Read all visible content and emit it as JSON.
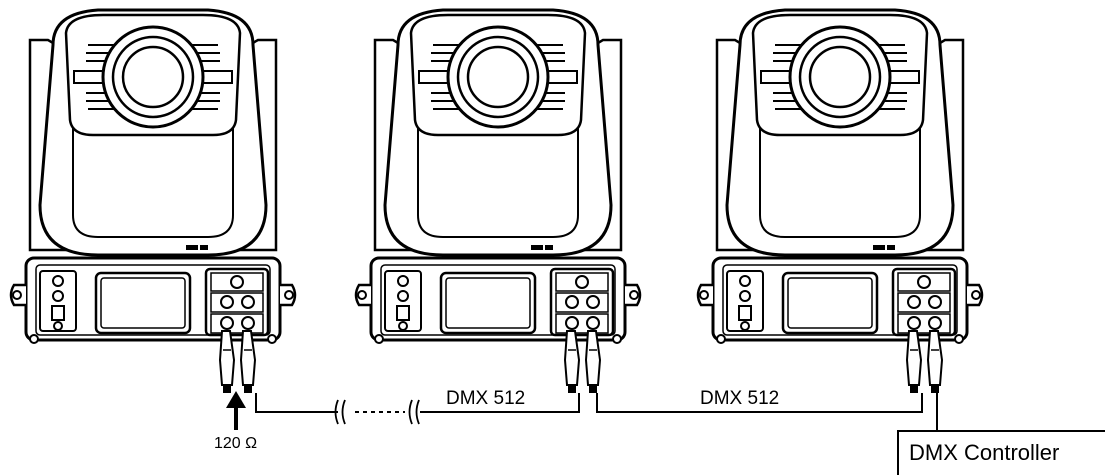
{
  "labels": {
    "cable_1": "DMX 512",
    "cable_2": "DMX 512",
    "terminator": "120 Ω",
    "controller": "DMX Controller"
  },
  "fixtures": [
    {
      "id": 1,
      "role": "last fixture (terminated)"
    },
    {
      "id": 2,
      "role": "middle fixture"
    },
    {
      "id": 3,
      "role": "first fixture (connected to controller)"
    }
  ],
  "colors": {
    "line": "#000000",
    "fill": "#ffffff"
  }
}
